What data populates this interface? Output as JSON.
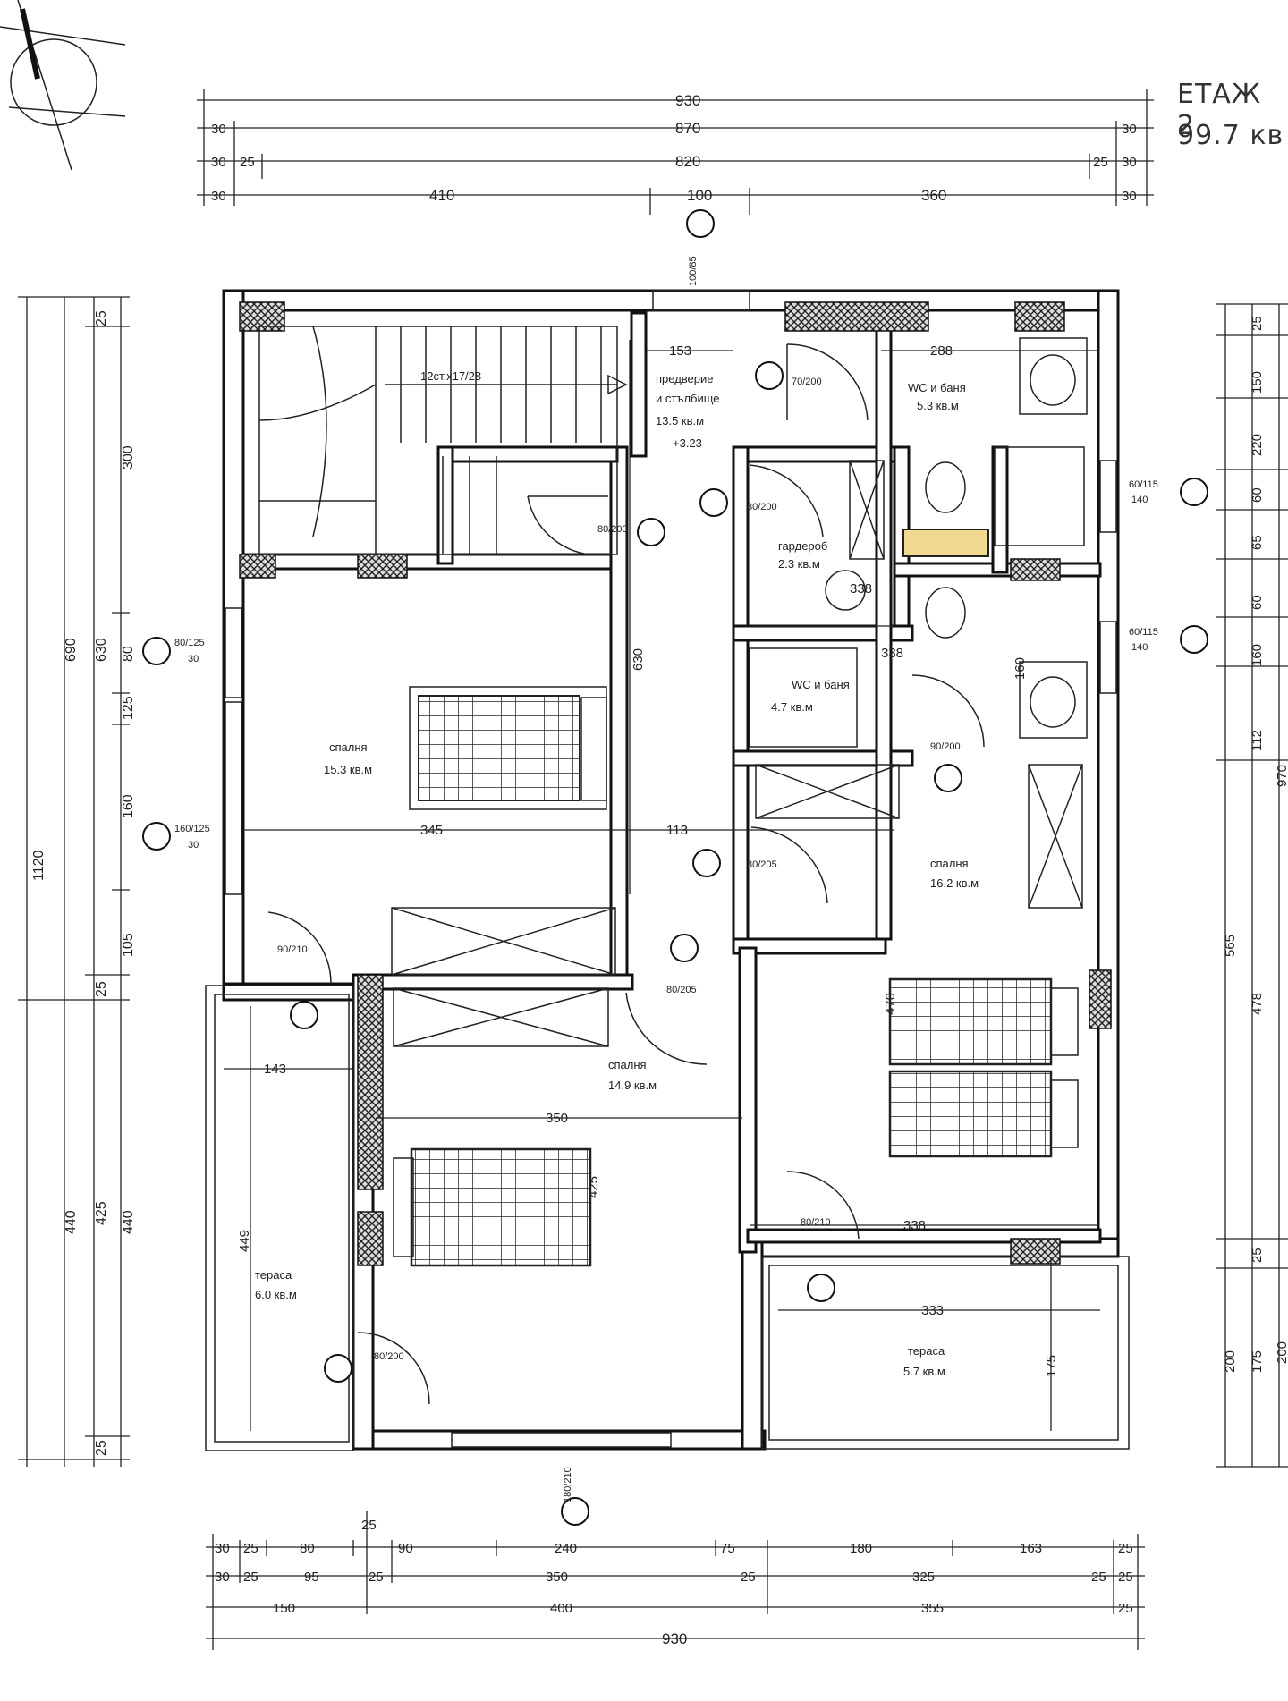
{
  "title": {
    "floor": "ЕТАЖ 2",
    "area": "99.7 кв"
  },
  "dims_top": {
    "row1": [
      "930"
    ],
    "row2": [
      "30",
      "870",
      "30"
    ],
    "row3": [
      "30",
      "25",
      "820",
      "25",
      "30"
    ],
    "row4": [
      "30",
      "410",
      "100",
      "360",
      "30"
    ]
  },
  "dims_bottom": {
    "row1": [
      "30",
      "25",
      "80",
      "25",
      "90",
      "240",
      "75",
      "180",
      "163",
      "25"
    ],
    "row2": [
      "30",
      "25",
      "95",
      "25",
      "350",
      "25",
      "325",
      "25",
      "25"
    ],
    "row3": [
      "150",
      "400",
      "355",
      "25"
    ],
    "row4": [
      "930"
    ]
  },
  "dims_left": {
    "outer": [
      "1120"
    ],
    "middle": [
      "690",
      "440"
    ],
    "inner": [
      "25",
      "630",
      "25",
      "425",
      "25"
    ],
    "detail": [
      "300",
      "80",
      "125",
      "160",
      "105",
      "440"
    ]
  },
  "dims_right": {
    "outer": [
      "970",
      "200"
    ],
    "middle": [
      "25",
      "150",
      "220",
      "60",
      "65",
      "60",
      "160",
      "112",
      "565",
      "478",
      "25",
      "175",
      "200"
    ]
  },
  "rooms": [
    {
      "name": "предверие\nи стълбище",
      "area": "13.5 кв.м"
    },
    {
      "name": "WC и баня",
      "area": "5.3 кв.м"
    },
    {
      "name": "гардероб",
      "area": "2.3 кв.м"
    },
    {
      "name": "WC и баня",
      "area": "4.7 кв.м"
    },
    {
      "name": "спалня",
      "area": "15.3 кв.м"
    },
    {
      "name": "спалня",
      "area": "16.2 кв.м"
    },
    {
      "name": "спалня",
      "area": "14.9 кв.м"
    },
    {
      "name": "тераса",
      "area": "6.0 кв.м"
    },
    {
      "name": "тераса",
      "area": "5.7 кв.м"
    }
  ],
  "inner_dims": {
    "stair": "12ст.x17/28",
    "level": "+3.23",
    "d153": "153",
    "d288": "288",
    "d630": "630",
    "d345": "345",
    "d113": "113",
    "d338a": "338",
    "d338b": "338",
    "d338c": "338",
    "d350": "350",
    "d143": "143",
    "d333": "333",
    "d449": "449",
    "d175": "175",
    "d425": "425",
    "d470": "470",
    "d160": "160"
  },
  "openings": {
    "w_left1": "80/125",
    "w_left1b": "30",
    "w_left2": "160/125",
    "w_left2b": "30",
    "w_right1": "60/115",
    "w_right1b": "140",
    "w_right2": "60/115",
    "w_right2b": "140",
    "w_top": "100/85",
    "w_bottom": "180/210",
    "door1": "70/200",
    "door2": "80/200",
    "door3": "80/200",
    "door4": "90/200",
    "door5": "80/205",
    "door6": "80/205",
    "door7": "90/210",
    "door8": "80/200",
    "door9": "80/210"
  }
}
